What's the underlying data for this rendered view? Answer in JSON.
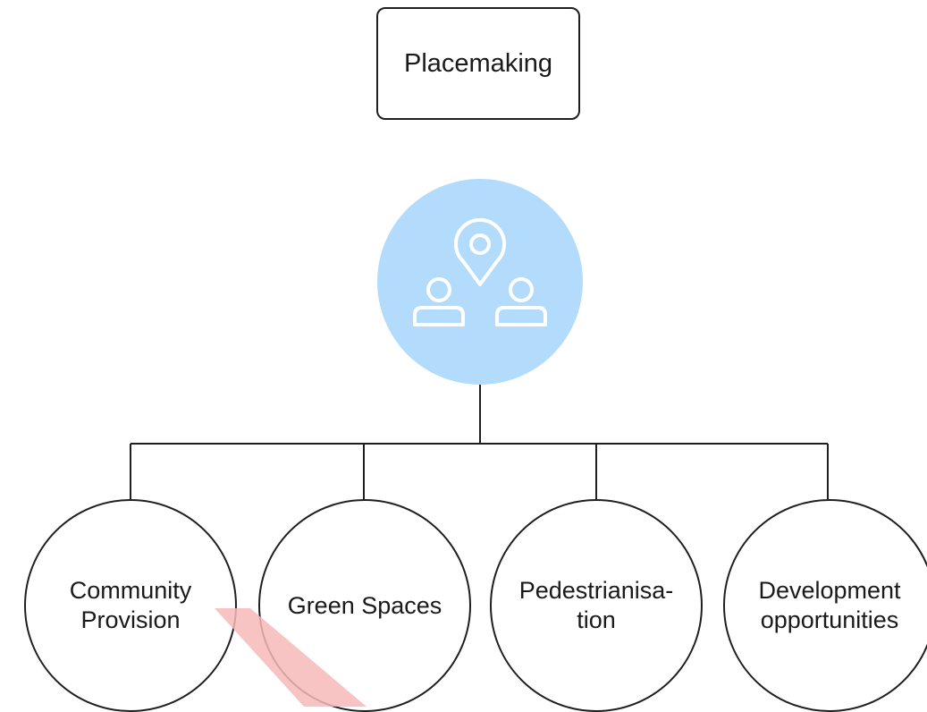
{
  "diagram": {
    "title": "Placemaking",
    "hub_icon": "location-pin-people-icon",
    "colors": {
      "hub_fill": "#b3dcfc",
      "line": "#1f1f1f",
      "icon_stroke": "#ffffff",
      "watermark": "#f7b8b8"
    },
    "nodes": [
      {
        "label": "Community\nProvision"
      },
      {
        "label": "Green Spaces"
      },
      {
        "label": "Pedestrianisa-\ntion"
      },
      {
        "label": "Development\nopportunities"
      }
    ]
  }
}
